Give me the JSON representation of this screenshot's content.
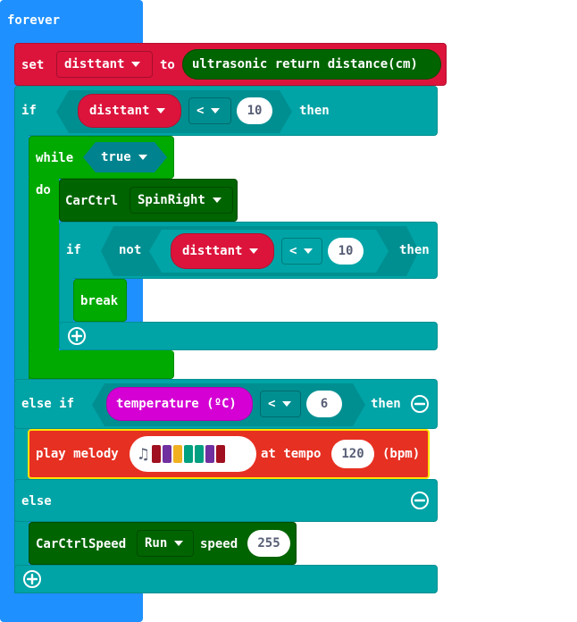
{
  "forever": {
    "label": "forever"
  },
  "set_block": {
    "keyword": "set",
    "variable": "disttant",
    "to": "to",
    "value": "ultrasonic return distance(cm)"
  },
  "if_block": {
    "keyword": "if",
    "left": "disttant",
    "op": "<",
    "right": "10",
    "then": "then"
  },
  "while_block": {
    "keyword": "while",
    "condition": "true",
    "do": "do"
  },
  "carctrl": {
    "label": "CarCtrl",
    "option": "SpinRight"
  },
  "inner_if": {
    "keyword": "if",
    "not": "not",
    "left": "disttant",
    "op": "<",
    "right": "10",
    "then": "then"
  },
  "break_block": {
    "label": "break"
  },
  "else_if": {
    "keyword": "else if",
    "left": "temperature (ºC)",
    "op": "<",
    "right": "6",
    "then": "then"
  },
  "melody": {
    "label": "play melody",
    "at_tempo": "at tempo",
    "tempo": "120",
    "unit": "(bpm)",
    "icon": "music-note-icon",
    "notes": [
      "#a01020",
      "#7030a0",
      "#f0b020",
      "#00a080",
      "#00a080",
      "#7030a0",
      "#a01020"
    ]
  },
  "else_block": {
    "keyword": "else"
  },
  "speed_block": {
    "label": "CarCtrlSpeed",
    "option": "Run",
    "speed": "speed",
    "value": "255"
  },
  "colors": {
    "forever": "#1e90ff",
    "logic": "#00a4a6",
    "loops": "#00aa00",
    "car": "#006400",
    "variables": "#dc143c",
    "music": "#e63022",
    "input": "#d400d4"
  }
}
